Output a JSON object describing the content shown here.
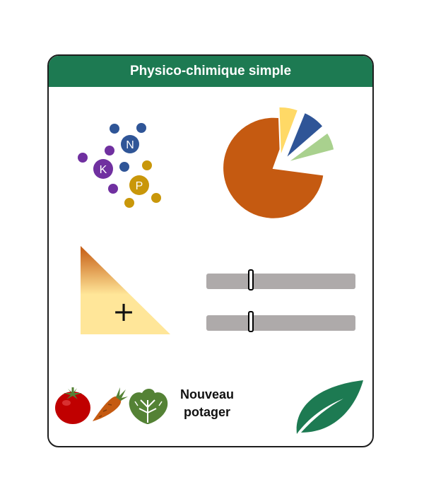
{
  "card": {
    "title": "Physico-chimique simple",
    "header_color": "#1d7a52"
  },
  "nutrients": {
    "icon": "npk-molecules-icon",
    "labels": {
      "n": "N",
      "k": "K",
      "p": "P"
    },
    "colors": {
      "n": "#2f5597",
      "k": "#7030a0",
      "p": "#c9970a"
    }
  },
  "pie": {
    "icon": "exploded-pie-chart-icon",
    "colors": [
      "#c55a11",
      "#ffd966",
      "#2f5597",
      "#a9d18e"
    ]
  },
  "gradient_triangle": {
    "icon": "gradient-triangle-plus-icon",
    "symbol": "+",
    "colors": {
      "top": "#c55a11",
      "bottom": "#ffe699"
    }
  },
  "sliders": {
    "items": [
      {
        "name": "slider-1",
        "value": 0.3
      },
      {
        "name": "slider-2",
        "value": 0.3
      }
    ],
    "track_color": "#aeaaaa"
  },
  "garden": {
    "label": "Nouveau potager",
    "icons": [
      "tomato-icon",
      "carrot-icon",
      "lettuce-icon"
    ]
  },
  "leaf": {
    "icon": "leaf-icon",
    "color": "#1d7a52"
  }
}
